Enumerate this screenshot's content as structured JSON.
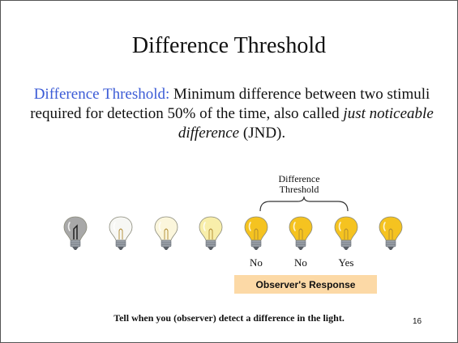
{
  "slide": {
    "title": "Difference Threshold",
    "definition": {
      "term": "Difference Threshold:",
      "text_1": " Minimum difference between two stimuli required for detection 50% of the time, also called ",
      "italic": "just noticeable difference",
      "text_2": " (JND)."
    },
    "bracket_label_line1": "Difference",
    "bracket_label_line2": "Threshold",
    "bulbs": [
      {
        "icon": "lightbulb-icon",
        "fill": "#a8a8a8",
        "state": "off"
      },
      {
        "icon": "lightbulb-icon",
        "fill": "#f7f7f4",
        "state": "very dim"
      },
      {
        "icon": "lightbulb-icon",
        "fill": "#fbf6dc",
        "state": "dim"
      },
      {
        "icon": "lightbulb-icon",
        "fill": "#f8eeaa",
        "state": "medium"
      },
      {
        "icon": "lightbulb-icon",
        "fill": "#f5c320",
        "state": "bright"
      },
      {
        "icon": "lightbulb-icon",
        "fill": "#f5c320",
        "state": "bright"
      },
      {
        "icon": "lightbulb-icon",
        "fill": "#f5c320",
        "state": "bright"
      },
      {
        "icon": "lightbulb-icon",
        "fill": "#f5c320",
        "state": "bright"
      }
    ],
    "responses": [
      "No",
      "No",
      "Yes"
    ],
    "observer_label": "Observer's Response",
    "footer": "Tell when you (observer) detect a difference in the light.",
    "page_number": "16",
    "colors": {
      "term": "#3b5bd6",
      "observer_box": "#fcd9a6",
      "bulb_base": "#9aa0a8"
    }
  }
}
